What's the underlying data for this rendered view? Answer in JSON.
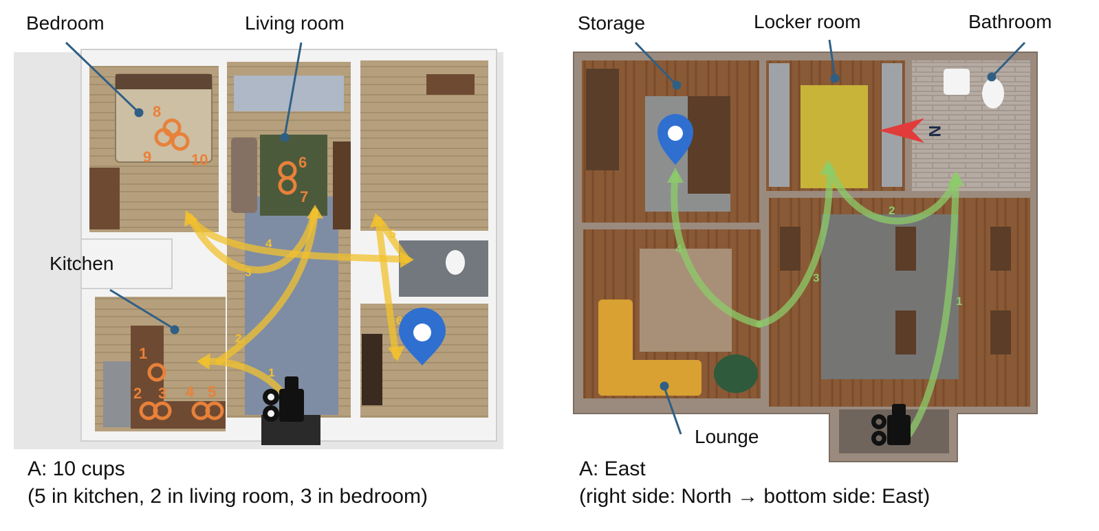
{
  "left_plan": {
    "rooms": {
      "bedroom": "Bedroom",
      "living_room": "Living room",
      "kitchen": "Kitchen"
    },
    "cup_labels": [
      "1",
      "2",
      "3",
      "4",
      "5",
      "6",
      "7",
      "8",
      "9",
      "10"
    ],
    "path_steps": [
      "1",
      "2",
      "3",
      "4",
      "5",
      "6"
    ],
    "answer": "A: 10 cups",
    "answer_detail": "(5 in kitchen, 2 in living room, 3 in bedroom)"
  },
  "right_plan": {
    "rooms": {
      "storage": "Storage",
      "locker_room": "Locker room",
      "bathroom": "Bathroom",
      "lounge": "Lounge"
    },
    "compass_letter": "N",
    "path_steps": [
      "1",
      "2",
      "3",
      "4"
    ],
    "answer": "A: East",
    "answer_detail": "(right side: North → bottom side: East)"
  },
  "colors": {
    "cup_marker": "#e8813a",
    "left_path": "#f2c12e",
    "right_path": "#8ccc6a",
    "pin": "#2f6fd0",
    "leader_line": "#2f5f85",
    "compass_arrow": "#e23b3b"
  }
}
